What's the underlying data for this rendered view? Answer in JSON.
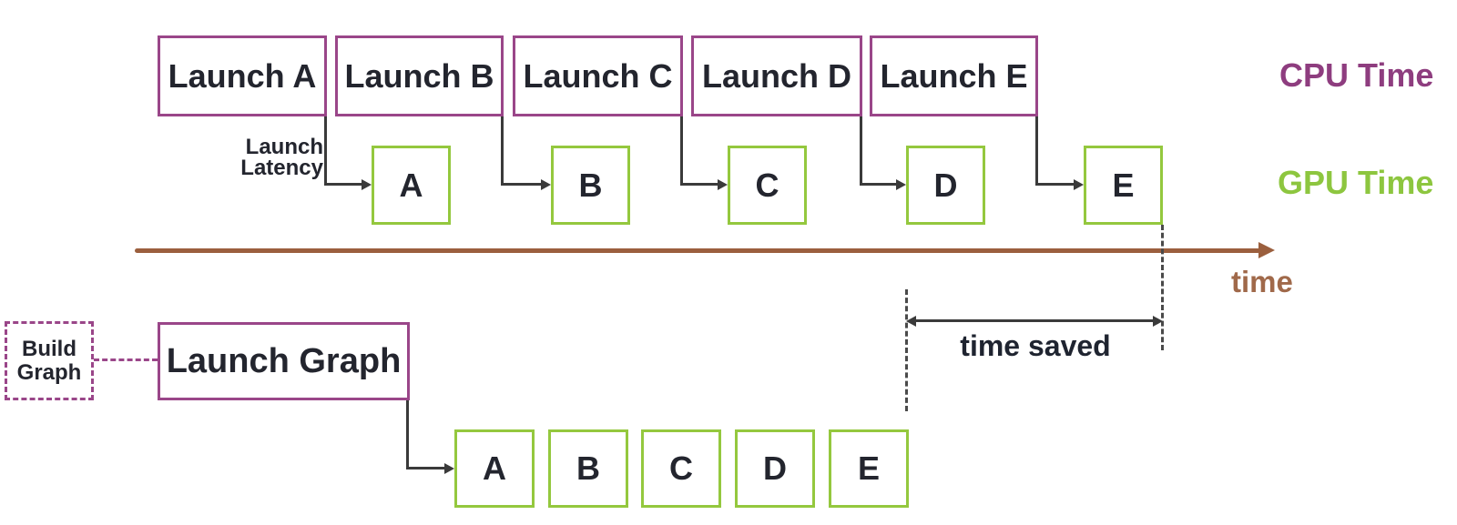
{
  "colors": {
    "cpu_purple": "#9a4689",
    "cpu_label_purple": "#8e3d7f",
    "gpu_green": "#94c83e",
    "gpu_label_green": "#8dc63f",
    "axis_brown": "#9b5f3e",
    "connector_black": "#3a3a3a",
    "text_dark": "#23252e"
  },
  "cpu_row": {
    "label": "CPU Time",
    "launch_boxes": [
      "Launch A",
      "Launch B",
      "Launch C",
      "Launch D",
      "Launch E"
    ]
  },
  "gpu_row": {
    "label": "GPU Time",
    "kernels": [
      "A",
      "B",
      "C",
      "D",
      "E"
    ]
  },
  "annotations": {
    "launch_latency_line1": "Launch",
    "launch_latency_line2": "Latency",
    "time_axis": "time",
    "time_saved": "time saved"
  },
  "graph_row": {
    "build_graph_line1": "Build",
    "build_graph_line2": "Graph",
    "launch_graph": "Launch Graph",
    "kernels": [
      "A",
      "B",
      "C",
      "D",
      "E"
    ]
  }
}
